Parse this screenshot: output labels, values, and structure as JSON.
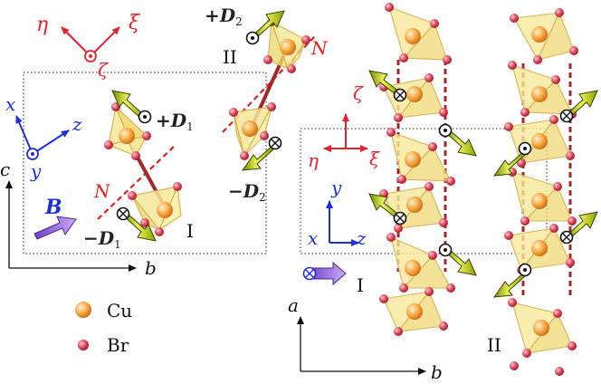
{
  "colors": {
    "frame_red": "#e8202a",
    "frame_blue": "#1f2fd8",
    "axis_black": "#111111",
    "tetra_fill": "#f6e89a",
    "tetra_edge": "#d7b552",
    "cu_fill": "#f4a23c",
    "br_fill": "#e0445a",
    "bond": "#a02a2a",
    "dm_arrow": "#b8cc1a",
    "dm_arrow_edge": "#3a4400",
    "field_arrow": "#9a6ee0",
    "n_line": "#e02020",
    "dotted_box": "#222222"
  },
  "left_panel": {
    "frame_rotated": {
      "eta": "η",
      "xi": "ξ",
      "zeta": "ζ"
    },
    "frame_xyz": {
      "x": "x",
      "y": "y",
      "z": "z"
    },
    "axes": {
      "vertical": "c",
      "horizontal": "b"
    },
    "field_label": "B",
    "n_label": "N",
    "site_I": "I",
    "site_II": "II",
    "d1_plus": {
      "sign": "+",
      "symbol": "D",
      "sub": "1"
    },
    "d1_minus": {
      "sign": "−",
      "symbol": "D",
      "sub": "1"
    },
    "d2_plus": {
      "sign": "+",
      "symbol": "D",
      "sub": "2"
    },
    "d2_minus": {
      "sign": "−",
      "symbol": "D",
      "sub": "2"
    }
  },
  "legend": {
    "items": [
      {
        "name": "cu",
        "label": "Cu"
      },
      {
        "name": "br",
        "label": "Br"
      }
    ]
  },
  "right_panel": {
    "frame_rotated": {
      "eta": "η",
      "xi": "ξ",
      "zeta": "ζ"
    },
    "frame_xyz": {
      "x": "x",
      "y": "y",
      "z": "z"
    },
    "axes": {
      "vertical": "a",
      "horizontal": "b"
    },
    "field_site_label": "I",
    "chain_II_label": "II"
  },
  "icons": {
    "dot_out": "dot-in-circle-icon",
    "cross_in": "cross-in-circle-icon"
  }
}
